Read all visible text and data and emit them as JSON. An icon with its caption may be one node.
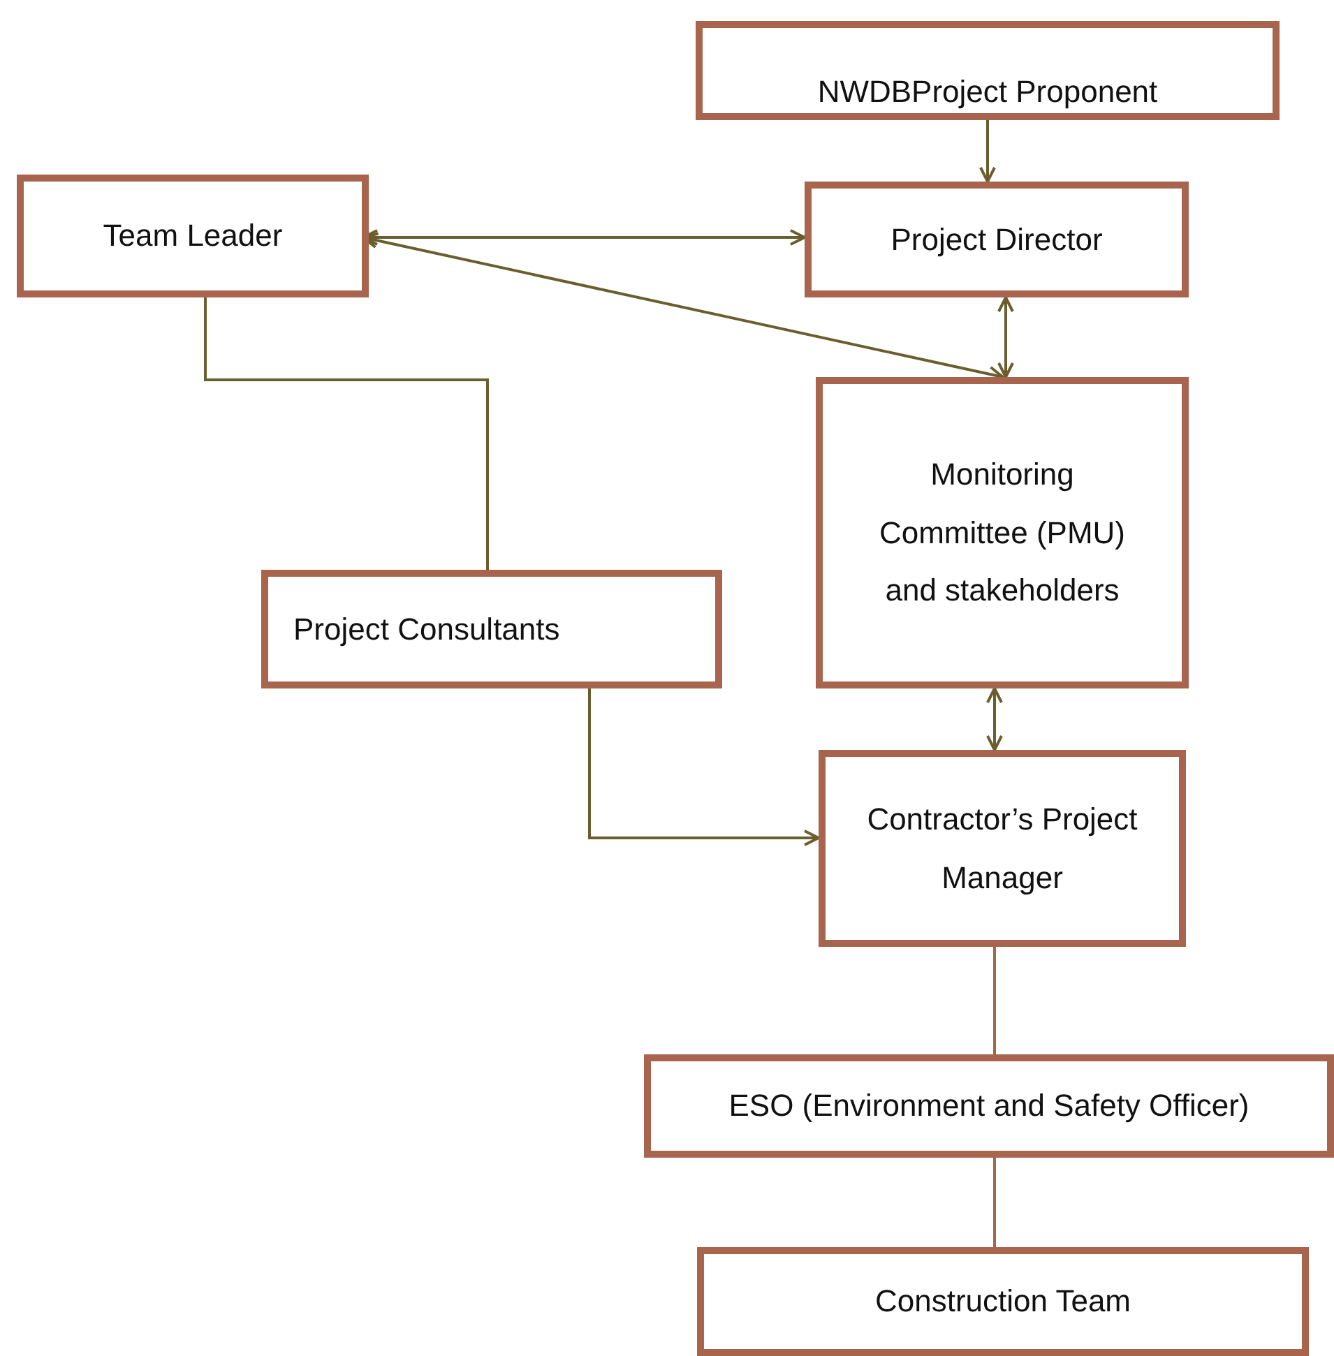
{
  "diagram": {
    "nodes": [
      {
        "text": [
          "NWDBProject Proponent"
        ]
      },
      {
        "text": [
          "Team Leader"
        ]
      },
      {
        "text": [
          "Project Director"
        ]
      },
      {
        "text": [
          "Monitoring Committee (PMU) and stakeholders"
        ]
      },
      {
        "text": [
          "Project Consultants"
        ]
      },
      {
        "text": [
          "Contractor’s Project Manager"
        ]
      },
      {
        "text": [
          "ESO (Environment and Safety Officer)"
        ]
      },
      {
        "text": [
          "Construction Team"
        ]
      }
    ],
    "edges": [
      {
        "from": 0,
        "to": 2,
        "arrow": "to"
      },
      {
        "from": 1,
        "to": 2,
        "arrow": "both"
      },
      {
        "from": 1,
        "to": 3,
        "arrow": "both"
      },
      {
        "from": 2,
        "to": 3,
        "arrow": "both"
      },
      {
        "from": 1,
        "to": 4,
        "arrow": "none"
      },
      {
        "from": 4,
        "to": 5,
        "arrow": "to"
      },
      {
        "from": 3,
        "to": 5,
        "arrow": "both"
      },
      {
        "from": 5,
        "to": 6,
        "arrow": "none",
        "color": "#a0694a"
      },
      {
        "from": 6,
        "to": 7,
        "arrow": "none",
        "color": "#a0694a"
      }
    ]
  }
}
